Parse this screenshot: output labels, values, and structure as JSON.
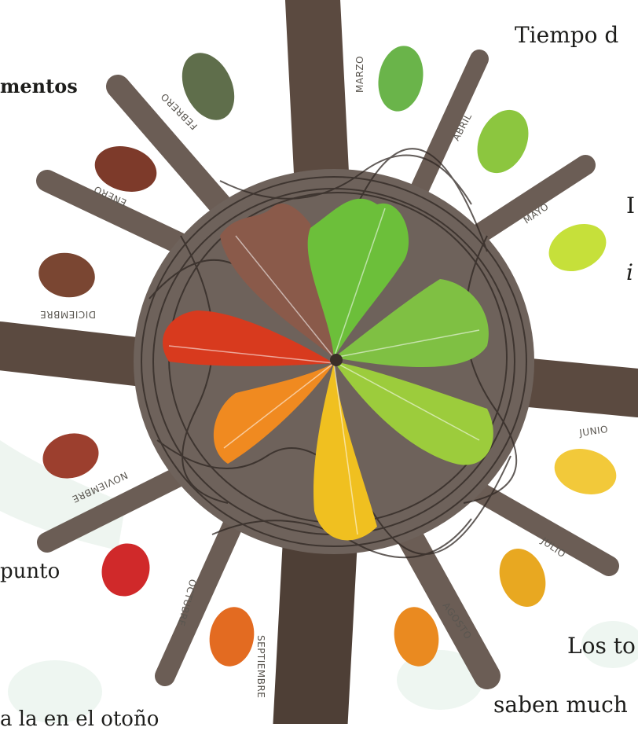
{
  "fragments": {
    "top_right": "Tiempo d",
    "top_left": "mentos",
    "right_1": "I",
    "right_2": "i",
    "left_mid": "punto",
    "bottom_left": "a la en el otoño",
    "bottom_right_1": "Los to",
    "bottom_right_2": "saben much"
  },
  "months": {
    "enero": "ENERO",
    "febrero": "FEBRERO",
    "marzo": "MARZO",
    "abril": "ABRIL",
    "mayo": "MAYO",
    "junio": "JUNIO",
    "julio": "JULIO",
    "agosto": "AGOSTO",
    "septiembre": "SEPTIEMBRE",
    "octubre": "OCTUBRE",
    "noviembre": "NOVIEMBRE",
    "diciembre": "DICIEMBRE"
  },
  "colors": {
    "trunk": "#5b4a40",
    "roots": "#2e2622",
    "leaf_brown": "#8a5a4a",
    "leaf_green": "#6cbf3a",
    "leaf_lightgreen": "#9ccc3c",
    "leaf_yellow": "#f0c020",
    "leaf_orange": "#f08a20",
    "leaf_red": "#d83a1e"
  }
}
